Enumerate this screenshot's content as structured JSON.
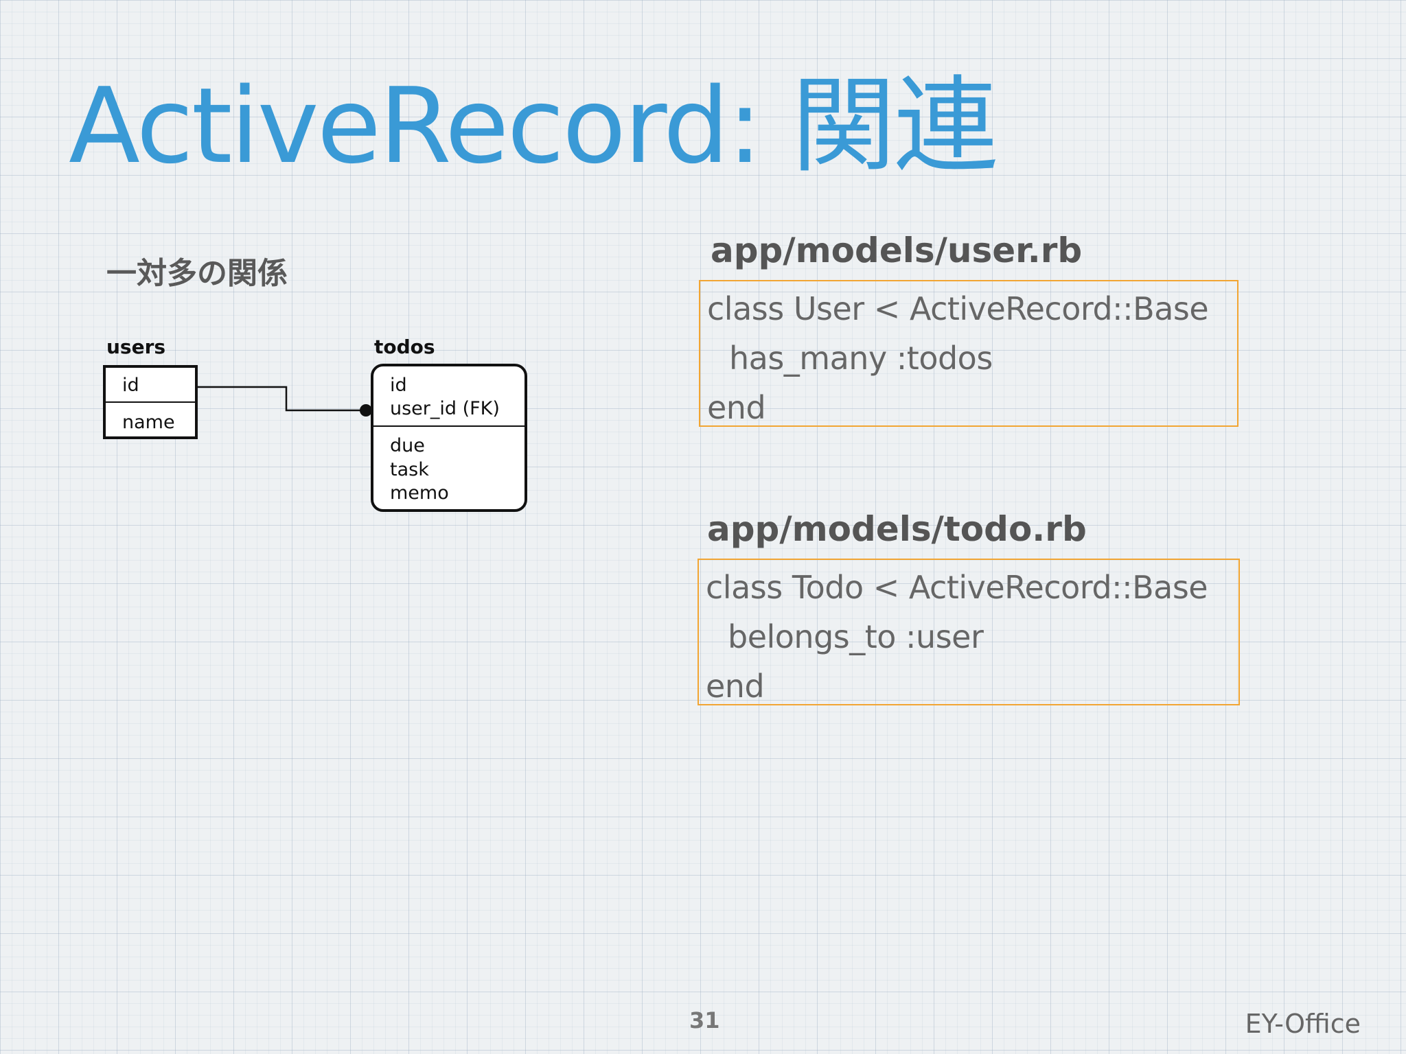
{
  "slide": {
    "title": "ActiveRecord: 関連",
    "subtitle": "一対多の関係",
    "page_number": "31",
    "footer": "EY-Office"
  },
  "diagram": {
    "users": {
      "name": "users",
      "fields": [
        "id",
        "name"
      ]
    },
    "todos": {
      "name": "todos",
      "key_fields": [
        "id",
        "user_id (FK)"
      ],
      "fields": [
        "due",
        "task",
        "memo"
      ]
    }
  },
  "code": {
    "user_file": {
      "path": "app/models/user.rb",
      "lines": [
        "class User < ActiveRecord::Base",
        "has_many :todos",
        "end"
      ]
    },
    "todo_file": {
      "path": "app/models/todo.rb",
      "lines": [
        "class Todo < ActiveRecord::Base",
        "belongs_to :user",
        "end"
      ]
    }
  },
  "colors": {
    "title": "#3a9ad6",
    "code_border": "#f2a532"
  }
}
